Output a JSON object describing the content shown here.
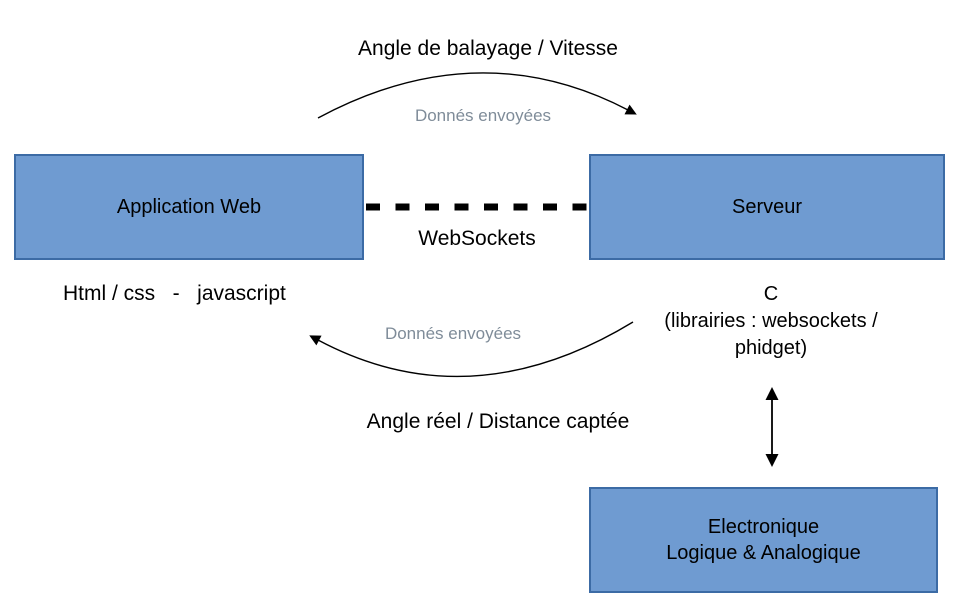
{
  "colors": {
    "box_fill": "#6f9bd1",
    "box_border": "#3c6ba5",
    "text": "#000000",
    "muted_label": "#7f8c99",
    "arrow": "#000000",
    "background": "#ffffff"
  },
  "diagram": {
    "top_flow_label": "Angle de balayage / Vitesse",
    "top_data_label": "Donnés envoyées",
    "web_app_box": "Application Web",
    "connection_label": "WebSockets",
    "server_box": "Serveur",
    "web_tech_label": "Html / css   -   javascript",
    "server_tech_block": "C\n(librairies : websockets /\nphidget)",
    "bottom_data_label": "Donnés envoyées",
    "bottom_flow_label": "Angle réel / Distance captée",
    "electronics_box": "Electronique\nLogique & Analogique"
  }
}
